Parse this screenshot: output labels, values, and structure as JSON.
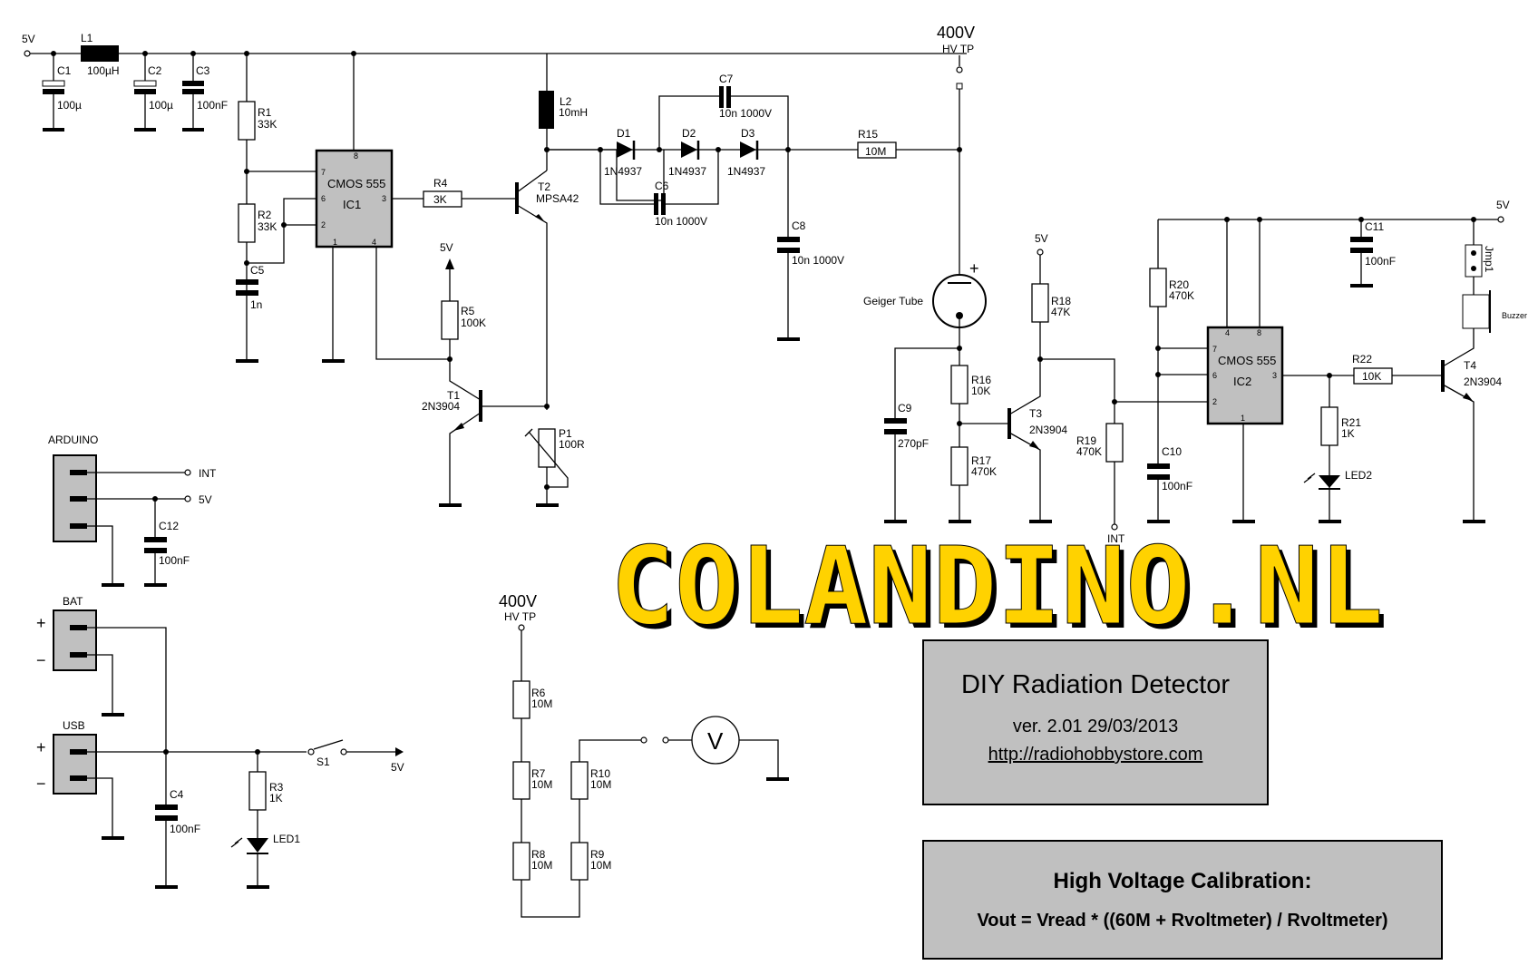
{
  "title_block": {
    "title": "DIY Radiation Detector",
    "version": "ver. 2.01 29/03/2013",
    "url": "http://radiohobbystore.com"
  },
  "calibration": {
    "heading": "High Voltage Calibration:",
    "formula": "Vout = Vread * ((60M + Rvoltmeter) / Rvoltmeter)"
  },
  "watermark": "COLANDINO.NL",
  "colors": {
    "watermark": "#ffd200",
    "ic_fill": "#c0c0c0",
    "wire": "#000000"
  },
  "nets": {
    "v5": "5V",
    "hv": "400V",
    "hv_tp": "HV TP",
    "int": "INT",
    "plus": "+",
    "minus": "−"
  },
  "components": {
    "C1": {
      "ref": "C1",
      "value": "100µ"
    },
    "L1": {
      "ref": "L1",
      "value": "100µH"
    },
    "C2": {
      "ref": "C2",
      "value": "100µ"
    },
    "C3": {
      "ref": "C3",
      "value": "100nF"
    },
    "R1": {
      "ref": "R1",
      "value": "33K"
    },
    "R2": {
      "ref": "R2",
      "value": "33K"
    },
    "C5": {
      "ref": "C5",
      "value": "1n"
    },
    "IC1": {
      "ref": "IC1",
      "value": "CMOS 555",
      "pins": [
        "8",
        "7",
        "6",
        "2",
        "1",
        "4",
        "3"
      ]
    },
    "R4": {
      "ref": "R4",
      "value": "3K"
    },
    "L2": {
      "ref": "L2",
      "value": "10mH"
    },
    "T2": {
      "ref": "T2",
      "value": "MPSA42"
    },
    "D1": {
      "ref": "D1",
      "value": "1N4937"
    },
    "D2": {
      "ref": "D2",
      "value": "1N4937"
    },
    "D3": {
      "ref": "D3",
      "value": "1N4937"
    },
    "C6": {
      "ref": "C6",
      "value": "10n 1000V"
    },
    "C7": {
      "ref": "C7",
      "value": "10n 1000V"
    },
    "C8": {
      "ref": "C8",
      "value": "10n 1000V"
    },
    "R15": {
      "ref": "R15",
      "value": "10M"
    },
    "R5": {
      "ref": "R5",
      "value": "100K"
    },
    "T1": {
      "ref": "T1",
      "value": "2N3904"
    },
    "P1": {
      "ref": "P1",
      "value": "100R"
    },
    "GM": {
      "ref": "Geiger Tube",
      "value": "+"
    },
    "C9": {
      "ref": "C9",
      "value": "270pF"
    },
    "R16": {
      "ref": "R16",
      "value": "10K"
    },
    "R17": {
      "ref": "R17",
      "value": "470K"
    },
    "R18": {
      "ref": "R18",
      "value": "47K"
    },
    "T3": {
      "ref": "T3",
      "value": "2N3904"
    },
    "R19": {
      "ref": "R19",
      "value": "470K"
    },
    "R20": {
      "ref": "R20",
      "value": "470K"
    },
    "C10": {
      "ref": "C10",
      "value": "100nF"
    },
    "IC2": {
      "ref": "IC2",
      "value": "CMOS 555",
      "pins": [
        "4",
        "8",
        "7",
        "6",
        "2",
        "1",
        "3"
      ]
    },
    "C11": {
      "ref": "C11",
      "value": "100nF"
    },
    "R22": {
      "ref": "R22",
      "value": "10K"
    },
    "R21": {
      "ref": "R21",
      "value": "1K"
    },
    "LED2": {
      "ref": "LED2"
    },
    "T4": {
      "ref": "T4",
      "value": "2N3904"
    },
    "JMP1": {
      "ref": "Jmp1"
    },
    "BZ": {
      "ref": "Buzzer"
    },
    "ARDUINO": {
      "ref": "ARDUINO"
    },
    "C12": {
      "ref": "C12",
      "value": "100nF"
    },
    "BAT": {
      "ref": "BAT"
    },
    "USB": {
      "ref": "USB"
    },
    "C4": {
      "ref": "C4",
      "value": "100nF"
    },
    "R3": {
      "ref": "R3",
      "value": "1K"
    },
    "LED1": {
      "ref": "LED1"
    },
    "S1": {
      "ref": "S1"
    },
    "R6": {
      "ref": "R6",
      "value": "10M"
    },
    "R7": {
      "ref": "R7",
      "value": "10M"
    },
    "R8": {
      "ref": "R8",
      "value": "10M"
    },
    "R9": {
      "ref": "R9",
      "value": "10M"
    },
    "R10": {
      "ref": "R10",
      "value": "10M"
    },
    "VM": {
      "ref": "V"
    }
  }
}
